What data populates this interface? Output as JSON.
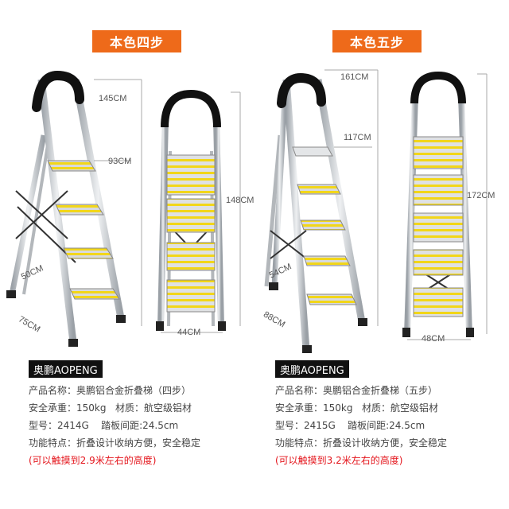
{
  "products": [
    {
      "title": "本色四步",
      "dimensions": {
        "total_height": "145CM",
        "platform_height": "93CM",
        "folded_height": "148CM",
        "depth": "50CM",
        "base_depth": "75CM",
        "width": "44CM"
      },
      "brand": "奥鹏AOPENG",
      "specs": {
        "name": "产品名称：奥鹏铝合金折叠梯（四步）",
        "load": "安全承重：150kg",
        "material": "材质：航空级铝材",
        "model": "型号：2414G",
        "step_gap": "踏板间距:24.5cm",
        "features": "功能特点：折叠设计收纳方便，安全稳定",
        "reach": "(可以触摸到2.9米左右的高度)"
      }
    },
    {
      "title": "本色五步",
      "dimensions": {
        "total_height": "161CM",
        "platform_height": "117CM",
        "folded_height": "172CM",
        "depth": "54CM",
        "base_depth": "88CM",
        "width": "48CM"
      },
      "brand": "奥鹏AOPENG",
      "specs": {
        "name": "产品名称：奥鹏铝合金折叠梯（五步）",
        "load": "安全承重：150kg",
        "material": "材质：航空级铝材",
        "model": "型号：2415G",
        "step_gap": "踏板间距:24.5cm",
        "features": "功能特点：折叠设计收纳方便，安全稳定",
        "reach": "(可以触摸到3.2米左右的高度)"
      }
    }
  ],
  "colors": {
    "accent": "#ee6a1a",
    "step_yellow": "#f2d619",
    "frame": "#c9ccd0",
    "reach_text": "#e4141b"
  }
}
